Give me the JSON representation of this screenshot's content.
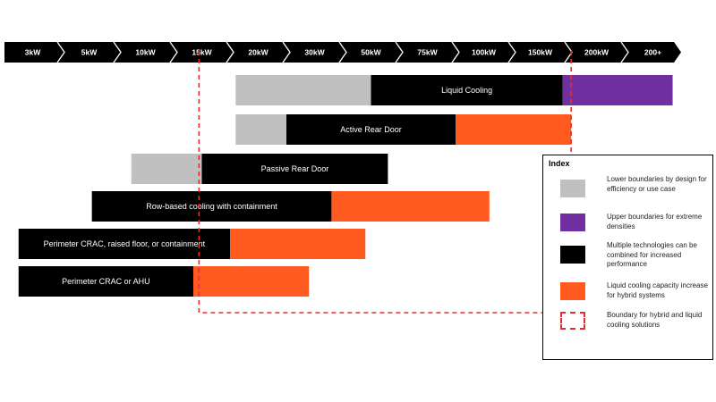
{
  "chart_data": {
    "type": "gantt-range",
    "scale": [
      "3kW",
      "5kW",
      "10kW",
      "15kW",
      "20kW",
      "30kW",
      "50kW",
      "75kW",
      "100kW",
      "150kW",
      "200kW",
      "200+"
    ],
    "bars": [
      {
        "label": "Liquid Cooling",
        "segments": [
          {
            "kind": "lower",
            "from": 4.1,
            "to": 6.5
          },
          {
            "kind": "multiple",
            "from": 6.5,
            "to": 9.9
          },
          {
            "kind": "upper",
            "from": 9.9,
            "to": 11.85
          }
        ]
      },
      {
        "label": "Active Rear Door",
        "segments": [
          {
            "kind": "lower",
            "from": 4.1,
            "to": 5.0
          },
          {
            "kind": "multiple",
            "from": 5.0,
            "to": 8.0
          },
          {
            "kind": "liquid",
            "from": 8.0,
            "to": 10.05
          }
        ]
      },
      {
        "label": "Passive Rear Door",
        "segments": [
          {
            "kind": "lower",
            "from": 2.25,
            "to": 3.5
          },
          {
            "kind": "multiple",
            "from": 3.5,
            "to": 6.8
          }
        ]
      },
      {
        "label": "Row-based cooling with containment",
        "segments": [
          {
            "kind": "multiple",
            "from": 1.55,
            "to": 5.8
          },
          {
            "kind": "liquid",
            "from": 5.8,
            "to": 8.6
          }
        ]
      },
      {
        "label": "Perimeter CRAC, raised floor, or containment",
        "segments": [
          {
            "kind": "multiple",
            "from": 0.25,
            "to": 4.0
          },
          {
            "kind": "liquid",
            "from": 4.0,
            "to": 6.4
          }
        ]
      },
      {
        "label": "Perimeter CRAC or AHU",
        "segments": [
          {
            "kind": "multiple",
            "from": 0.25,
            "to": 3.35
          },
          {
            "kind": "liquid",
            "from": 3.35,
            "to": 5.4
          }
        ]
      }
    ],
    "boundary": {
      "left": 3.45,
      "right": 10.05
    }
  },
  "colors": {
    "scale_bar": "#000000",
    "lower": "#c0c0c0",
    "upper": "#7030a0",
    "multiple": "#000000",
    "liquid": "#ff5a1f",
    "boundary": "#e03030"
  },
  "index": {
    "title": "Index",
    "items": [
      {
        "key": "lower",
        "text": "Lower boundaries by design for efficiency or use case"
      },
      {
        "key": "upper",
        "text": "Upper boundaries for extreme densities"
      },
      {
        "key": "multiple",
        "text": "Multiple technologies can be combined for increased performance"
      },
      {
        "key": "liquid",
        "text": "Liquid cooling capacity increase for hybrid systems"
      },
      {
        "key": "boundary",
        "text": "Boundary for hybrid and liquid cooling solutions"
      }
    ]
  }
}
